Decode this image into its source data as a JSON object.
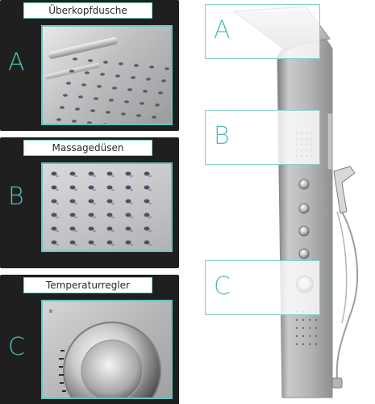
{
  "panels": [
    {
      "title": "Überkopfdusche",
      "letter": "A"
    },
    {
      "title": "Massagedüsen",
      "letter": "B"
    },
    {
      "title": "Temperaturregler",
      "letter": "C"
    }
  ],
  "labels": [
    "A",
    "B",
    "C"
  ],
  "colors": {
    "accent": "#4fbfbb",
    "panel_background": "#1f1f1f",
    "steel": "#b9babc"
  }
}
